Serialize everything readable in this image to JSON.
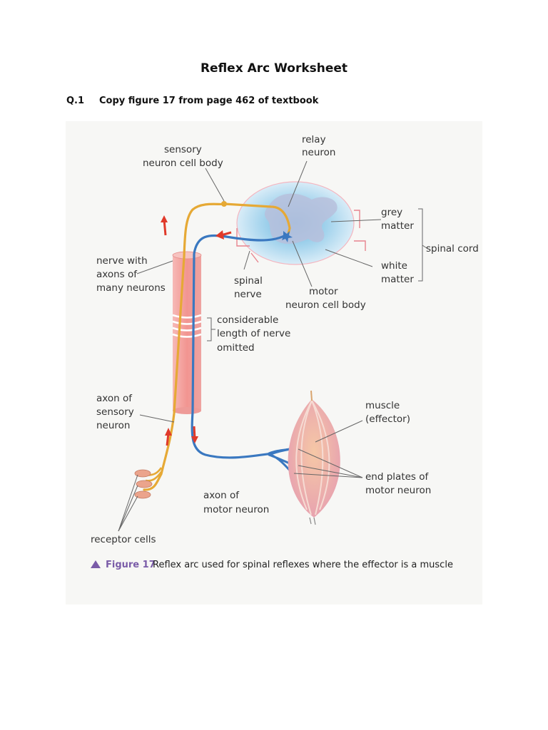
{
  "title": "Reflex Arc Worksheet",
  "question": {
    "number": "Q.1",
    "text": "Copy figure 17 from page 462 of textbook"
  },
  "figure": {
    "labels": {
      "sensory_cell_body": [
        "sensory",
        "neuron cell body"
      ],
      "relay_neuron": [
        "relay",
        "neuron"
      ],
      "grey_matter": [
        "grey",
        "matter"
      ],
      "spinal_cord": "spinal cord",
      "white_matter": [
        "white",
        "matter"
      ],
      "nerve_with_axons": [
        "nerve with",
        "axons of",
        "many neurons"
      ],
      "spinal_nerve": [
        "spinal",
        "nerve"
      ],
      "motor_cell_body": [
        "motor",
        "neuron cell body"
      ],
      "considerable_length": [
        "considerable",
        "length of nerve",
        "omitted"
      ],
      "axon_sensory": [
        "axon of",
        "sensory",
        "neuron"
      ],
      "muscle": [
        "muscle",
        "(effector)"
      ],
      "end_plates": [
        "end plates of",
        "motor neuron"
      ],
      "axon_motor": [
        "axon of",
        "motor neuron"
      ],
      "receptor_cells": "receptor cells"
    },
    "caption": {
      "figure_label": "Figure 17",
      "text": "Reflex arc used for spinal reflexes where the effector is a muscle"
    },
    "colors": {
      "sensory_neuron": "#e6a935",
      "motor_neuron": "#3a78c0",
      "nerve": "#f0a2a0",
      "arrow": "#e03a2a",
      "caption_accent": "#7a5ca8"
    }
  }
}
